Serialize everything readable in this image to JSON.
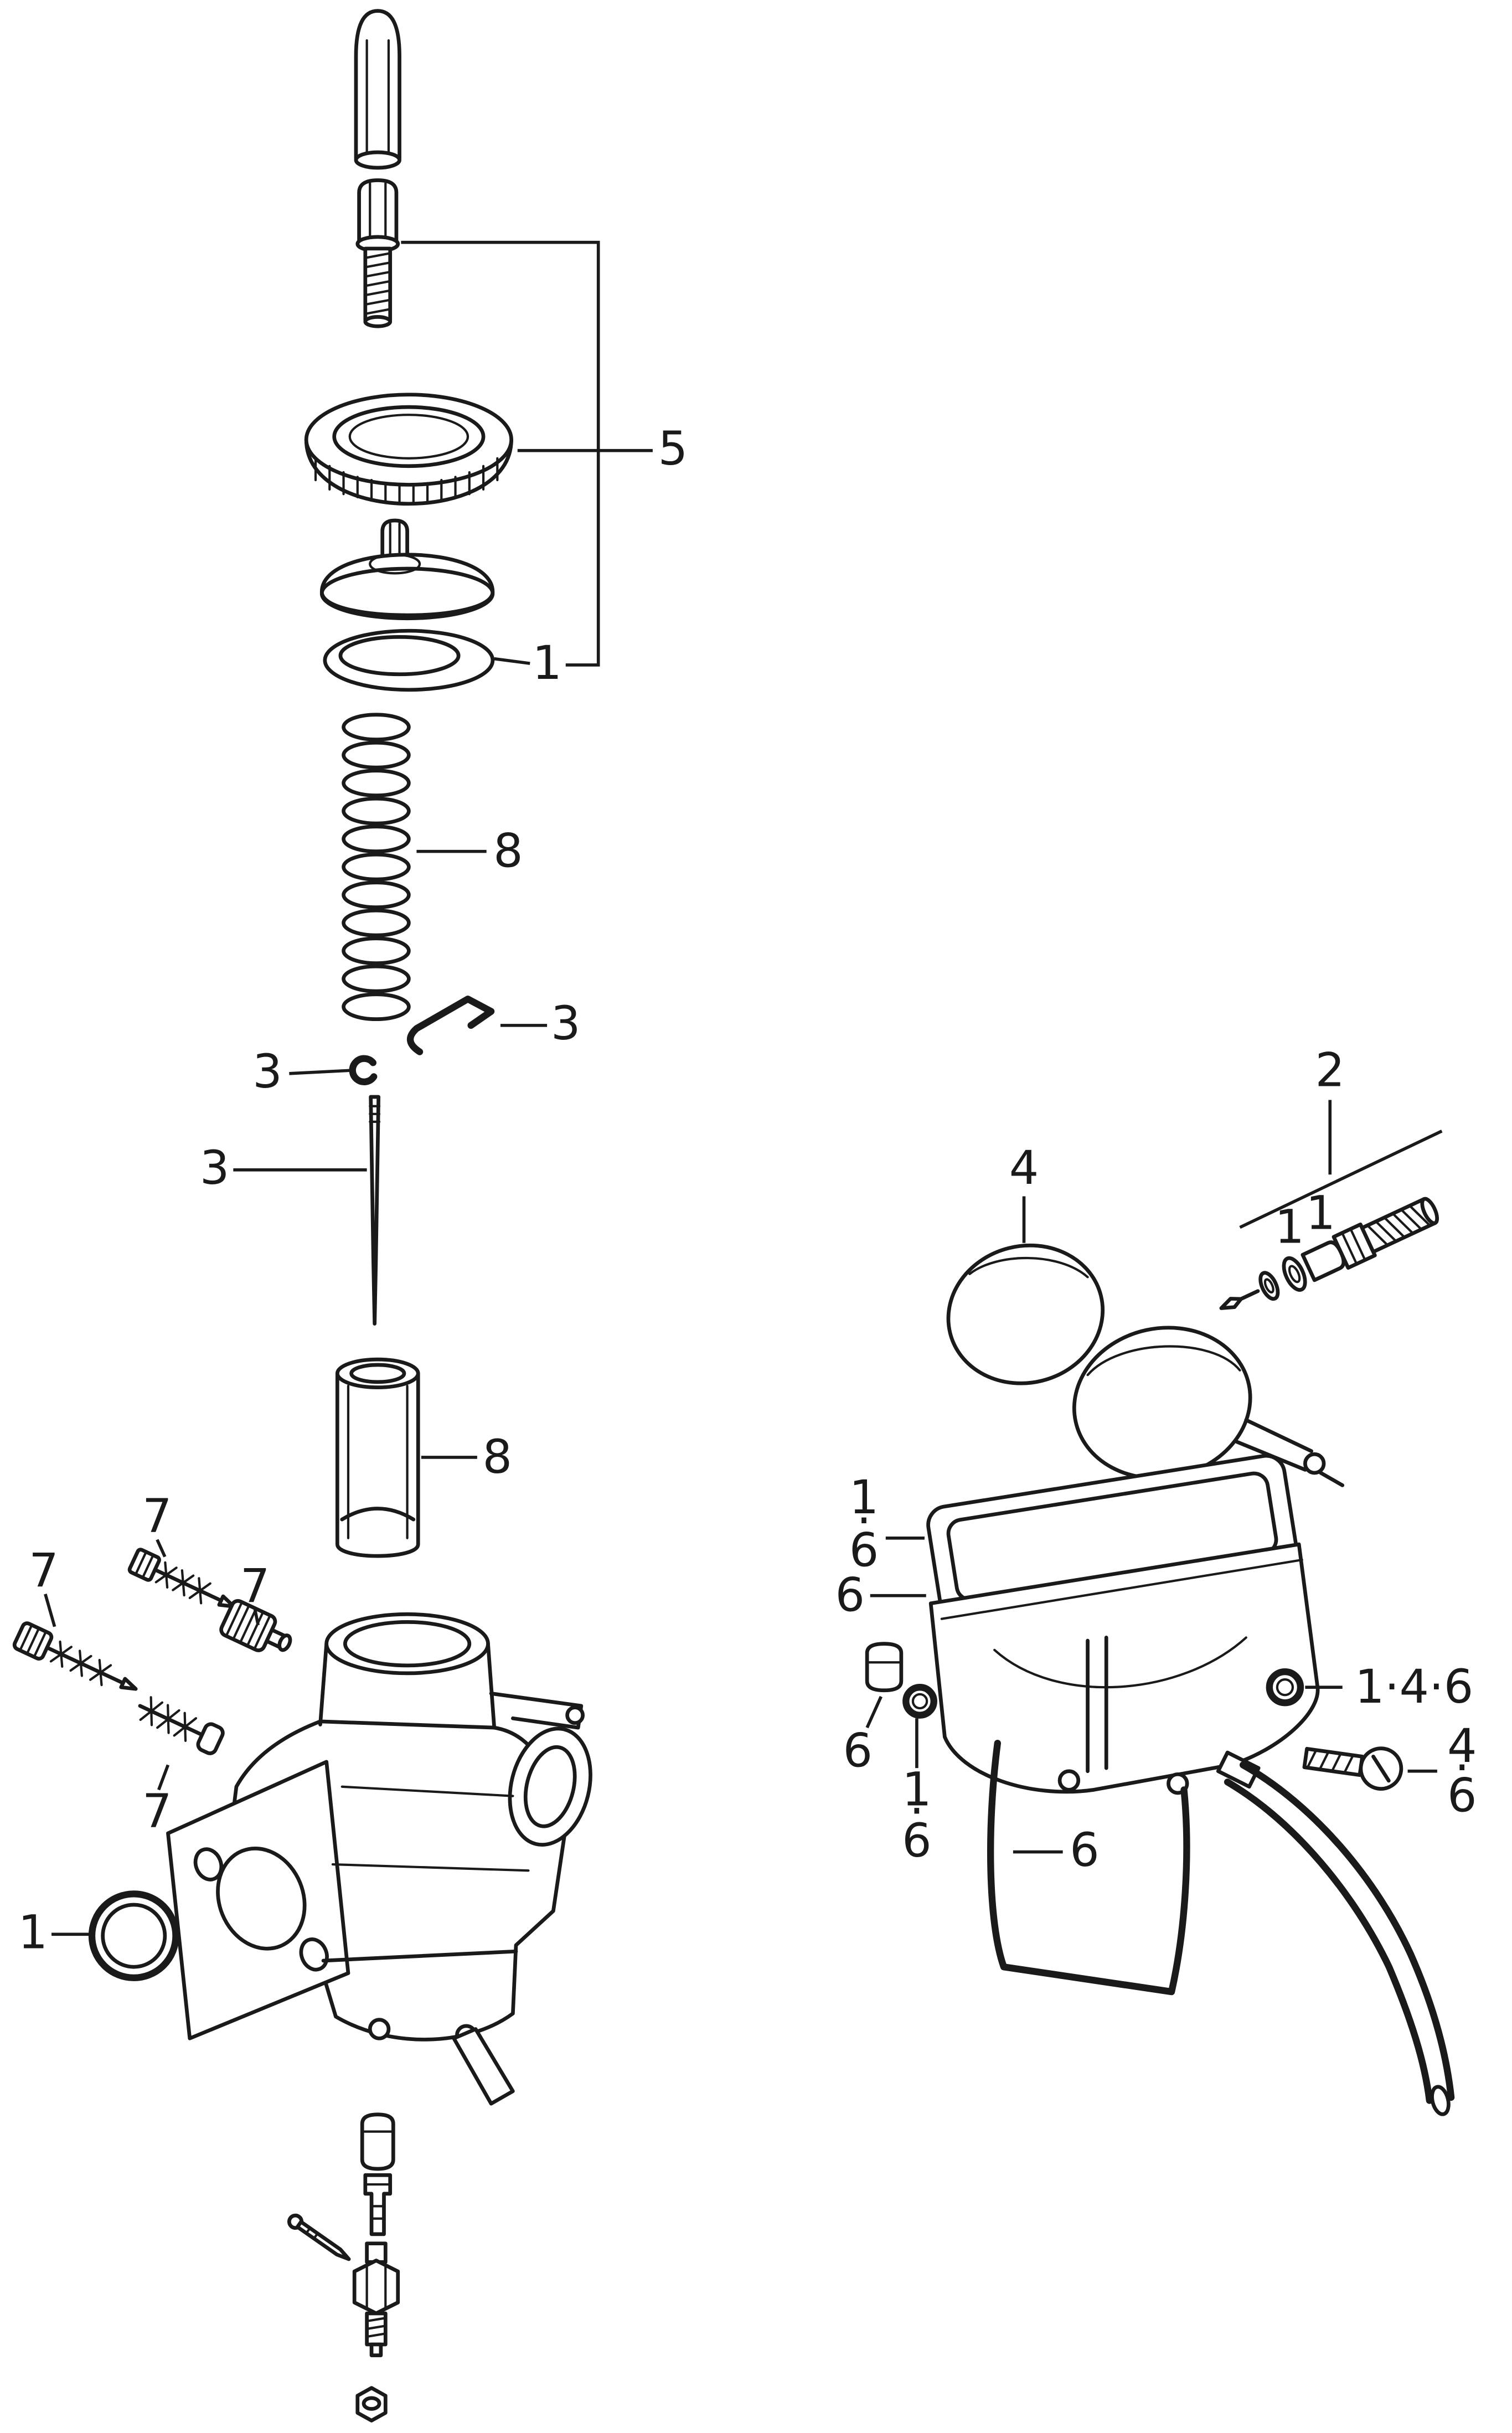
{
  "page": {
    "background": "#ffffff",
    "ink": "#1a1a1a"
  },
  "callouts": {
    "ring_nut": "5",
    "top_gasket": "1",
    "spring": "8",
    "needle_clip": "3",
    "needle_circlip": "3",
    "jet_needle": "3",
    "throttle_slide": "8",
    "screw_top": "7",
    "screw_left": "7",
    "screw_right": "7",
    "screw_bottom": "7",
    "flange_oring": "1",
    "valve_assembly": "2",
    "valve_washer_a": "1",
    "valve_washer_b": "1",
    "chamber_cover": "4",
    "gasket_num": "1",
    "gasket_num2": "6",
    "chamber": "6",
    "drain_nut": "6",
    "washer_num": "1",
    "washer_num2": "6",
    "drain_oring": "1·4·6",
    "drain_screw_num": "4",
    "drain_screw_num2": "6",
    "wire_stand": "6",
    "dot": "·"
  }
}
